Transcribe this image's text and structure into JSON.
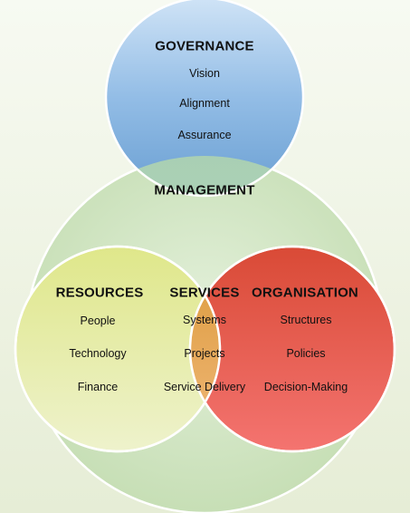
{
  "colors": {
    "background_top": "#f6f9f0",
    "background_bottom": "#e9efdc",
    "governance": "#7fb0dc",
    "management": "#d4e8c8",
    "resources": "#e2e89a",
    "organisation": "#e05a4a",
    "services": "#e2a84e",
    "outline": "#ffffff"
  },
  "governance": {
    "title": "GOVERNANCE",
    "items": [
      "Vision",
      "Alignment",
      "Assurance"
    ]
  },
  "management": {
    "title": "MANAGEMENT"
  },
  "resources": {
    "title": "RESOURCES",
    "items": [
      "People",
      "Technology",
      "Finance"
    ]
  },
  "services": {
    "title": "SERVICES",
    "items": [
      "Systems",
      "Projects",
      "Service Delivery"
    ]
  },
  "organisation": {
    "title": "ORGANISATION",
    "items": [
      "Structures",
      "Policies",
      "Decision-Making"
    ]
  }
}
